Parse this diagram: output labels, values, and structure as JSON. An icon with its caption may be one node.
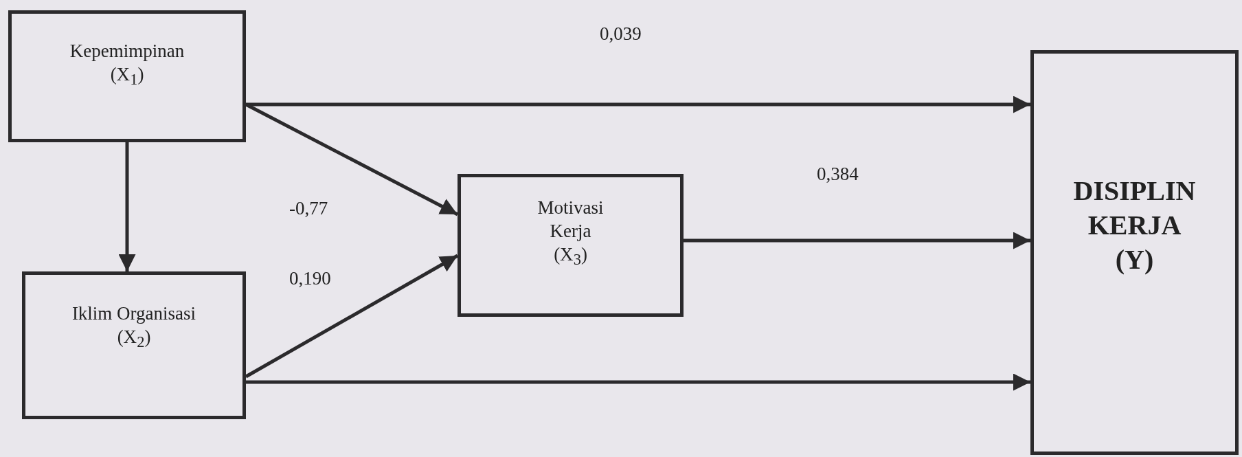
{
  "diagram": {
    "nodes": [
      {
        "text": [
          "Kepemimpinan",
          "(X$_{1}$)"
        ]
      },
      {
        "text": [
          "Iklim Organisasi",
          "(X$_{2}$)"
        ]
      },
      {
        "text": [
          "Motivasi Kerja",
          "(X$_{3}$)"
        ]
      },
      {
        "text": [
          "DISIPLIN KERJA",
          "(Y)"
        ]
      }
    ],
    "edges": [
      {
        "from": 0,
        "to": 3,
        "arrow": "to",
        "label": "0,039"
      },
      {
        "from": 0,
        "to": 2,
        "arrow": "to",
        "label": "-0,77"
      },
      {
        "from": 0,
        "to": 1,
        "arrow": "to"
      },
      {
        "from": 1,
        "to": 2,
        "arrow": "to",
        "label": "0,190"
      },
      {
        "from": 2,
        "to": 3,
        "arrow": "to",
        "label": "0,384"
      },
      {
        "from": 1,
        "to": 3,
        "arrow": "to"
      }
    ]
  }
}
